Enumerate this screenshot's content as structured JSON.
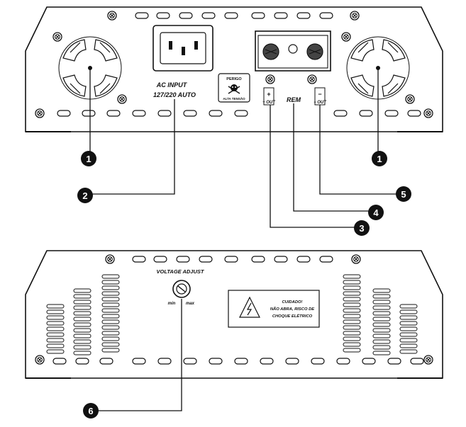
{
  "top_panel": {
    "ac_input_label": "AC INPUT",
    "ac_input_range": "127/220 AUTO",
    "danger_title": "PERIGO",
    "danger_subtitle": "ALTA TENSÃO",
    "out_positive": "+ OUT",
    "out_negative": "− OUT",
    "rem_label": "REM"
  },
  "bottom_panel": {
    "voltage_adjust_label": "VOLTAGE ADJUST",
    "knob_min": "min",
    "knob_max": "max",
    "warning_line1": "CUIDADO!",
    "warning_line2": "NÃO ABRA, RISCO DE",
    "warning_line3": "CHOQUE ELÉTRICO"
  },
  "callouts": {
    "fan_left": "1",
    "fan_right": "1",
    "ac_input": "2",
    "out_positive": "3",
    "rem": "4",
    "out_negative": "5",
    "voltage_adjust": "6"
  }
}
